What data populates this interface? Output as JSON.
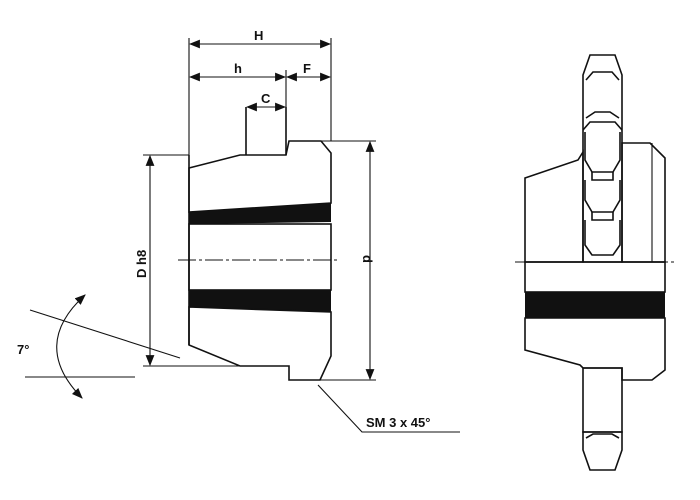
{
  "title": "Sprocket hub cross-section drawing",
  "labels": {
    "H": "H",
    "h": "h",
    "F": "F",
    "C": "C",
    "D": "D h8",
    "d": "d",
    "angle": "7°",
    "chamfer": "SM 3 x 45°"
  },
  "colors": {
    "line": "#111111",
    "background": "#ffffff"
  }
}
